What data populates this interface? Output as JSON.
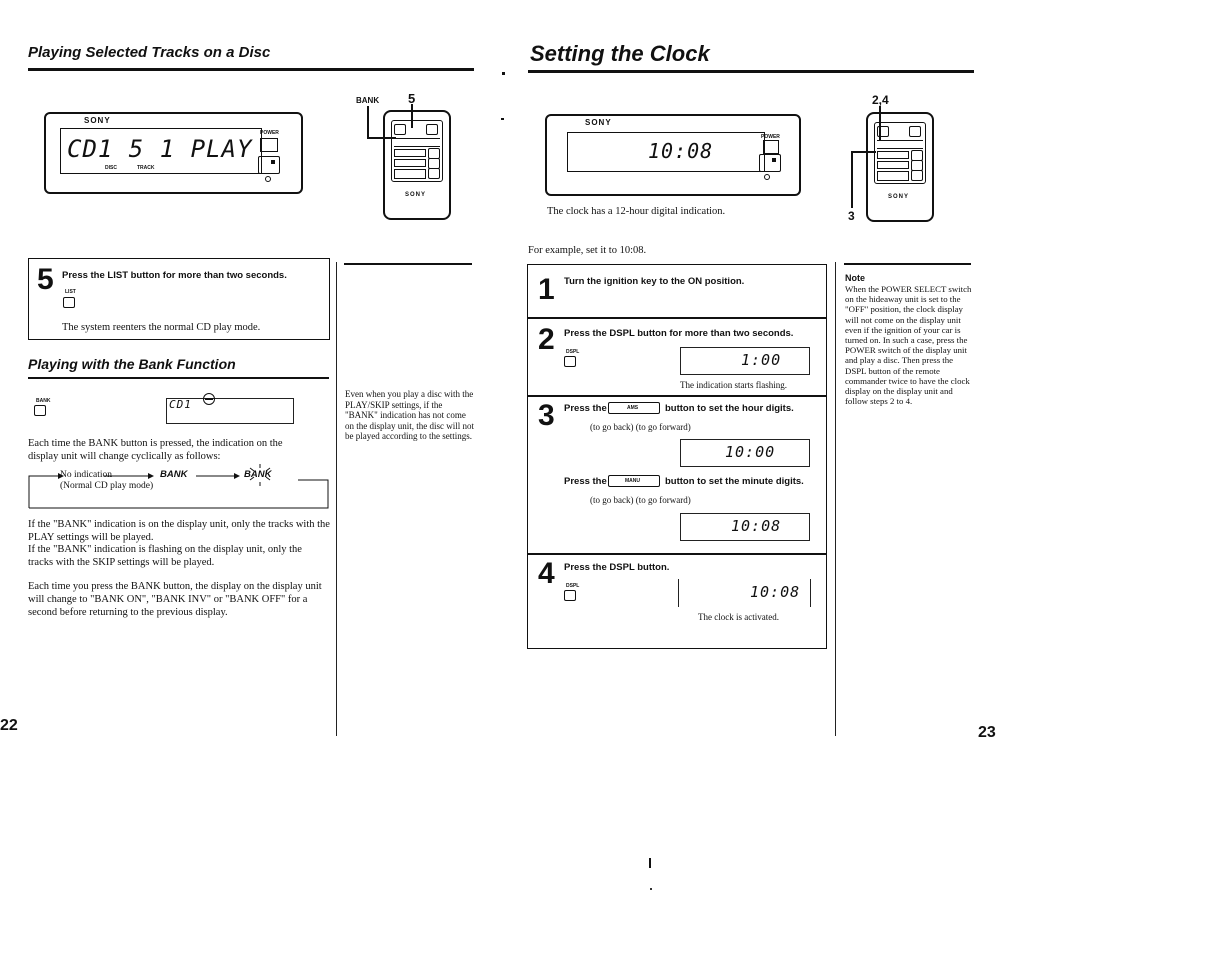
{
  "left_page": {
    "section_title": "Playing Selected Tracks on a Disc",
    "unit_brand": "SONY",
    "unit_display": "CD1 5 1 PLAY",
    "unit_power_label": "POWER",
    "unit_disc_label": "DISC",
    "unit_track_label": "TRACK",
    "remote_bank_label": "BANK",
    "remote_callout": "5",
    "remote_brand": "SONY",
    "step5": {
      "number": "5",
      "instruction": "Press the LIST button for more than two seconds.",
      "button_label": "LIST",
      "result": "The system reenters the normal CD play mode."
    },
    "bank_title": "Playing with the Bank Function",
    "bank_button_label": "BANK",
    "bank_display": "CD1",
    "bank_cycle_intro": "Each time the BANK button is pressed, the indication on the display unit will change cyclically as follows:",
    "cycle": {
      "item1": "No indication",
      "item1_sub": "(Normal CD play mode)",
      "item2": "BANK",
      "item3": "BANK"
    },
    "para1": "If the \"BANK\" indication is on the display unit, only the tracks with the PLAY settings will be played.",
    "para2": "If the \"BANK\" indication is flashing on the display unit, only the tracks with the SKIP settings will be played.",
    "para3": "Each time you press the BANK button, the display on the display unit will change to \"BANK ON\", \"BANK INV\" or \"BANK OFF\" for a second before returning to the previous display.",
    "side_note": "Even when you play a disc with the PLAY/SKIP settings, if the \"BANK\" indication has not come on the display unit, the disc will not be played according to the settings.",
    "page_number": "22"
  },
  "right_page": {
    "section_title": "Setting the Clock",
    "unit_brand": "SONY",
    "unit_display": "10:08",
    "unit_power_label": "POWER",
    "caption": "The clock has a 12-hour digital indication.",
    "remote_callout_top": "2,4",
    "remote_callout_bottom": "3",
    "remote_brand": "SONY",
    "example": "For example, set it to 10:08.",
    "steps": [
      {
        "number": "1",
        "instruction": "Turn the ignition key to the ON position."
      },
      {
        "number": "2",
        "instruction": "Press the DSPL button for more than two seconds.",
        "button_label": "DSPL",
        "display": "1:00",
        "caption": "The indication starts flashing."
      },
      {
        "number": "3",
        "instruction_a": "Press the",
        "key_a": "AMS",
        "instruction_b": "button to set the hour digits.",
        "sub_a": "(to go back) (to go forward)",
        "display_a": "10:00",
        "instruction_c": "Press the",
        "key_b": "MANU",
        "instruction_d": "button to set the minute digits.",
        "sub_b": "(to go back) (to go forward)",
        "display_b": "10:08"
      },
      {
        "number": "4",
        "instruction": "Press the DSPL button.",
        "button_label": "DSPL",
        "display": "10:08",
        "caption": "The clock is activated."
      }
    ],
    "note_title": "Note",
    "note_body": "When the POWER SELECT switch on the hideaway unit is set to the \"OFF\" position, the clock display will not come on the display unit even if the ignition of your car is turned on. In such a case, press the POWER switch of the display unit and play a disc. Then press the DSPL button of the remote commander twice to have the clock display on the display unit and follow steps 2 to 4.",
    "page_number": "23"
  }
}
